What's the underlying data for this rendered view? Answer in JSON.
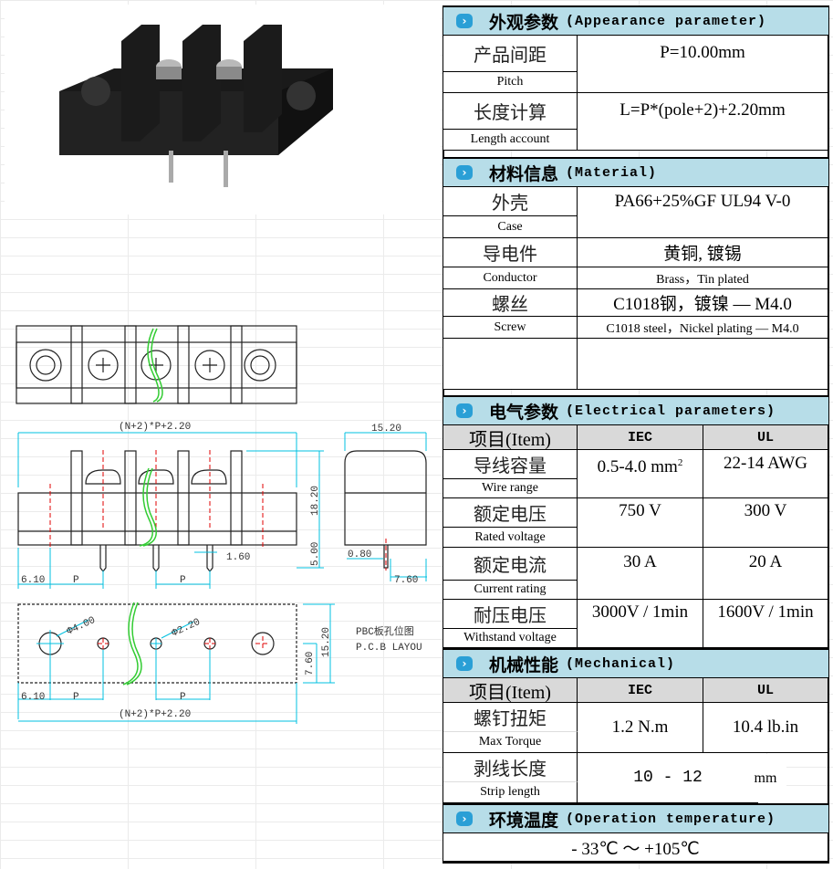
{
  "appearance": {
    "title_cn": "外观参数",
    "title_en": "(Appearance parameter)",
    "pitch_cn": "产品间距",
    "pitch_en": "Pitch",
    "pitch_val": "P=10.00mm",
    "length_cn": "长度计算",
    "length_en": "Length account",
    "length_val": "L=P*(pole+2)+2.20mm"
  },
  "material": {
    "title_cn": "材料信息",
    "title_en": "(Material)",
    "case_cn": "外壳",
    "case_en": "Case",
    "case_val": "PA66+25%GF UL94 V-0",
    "cond_cn": "导电件",
    "cond_en": "Conductor",
    "cond_val_cn": "黄铜, 镀锡",
    "cond_val_en": "Brass，Tin plated",
    "screw_cn": "螺丝",
    "screw_en": "Screw",
    "screw_val_cn": "C1018钢，镀镍 — M4.0",
    "screw_val_en": "C1018 steel，Nickel plating — M4.0"
  },
  "electrical": {
    "title_cn": "电气参数",
    "title_en": "(Electrical parameters)",
    "item": "项目(Item)",
    "iec": "IEC",
    "ul": "UL",
    "rows": [
      {
        "cn": "导线容量",
        "en": "Wire range",
        "iec": "0.5-4.0 mm",
        "iec_sup": "2",
        "ul": "22-14  AWG"
      },
      {
        "cn": "额定电压",
        "en": "Rated voltage",
        "iec": "750 V",
        "ul": "300 V"
      },
      {
        "cn": "额定电流",
        "en": "Current rating",
        "iec": "30  A",
        "ul": "20  A"
      },
      {
        "cn": "耐压电压",
        "en": "Withstand voltage",
        "iec": "3000V / 1min",
        "ul": "1600V / 1min"
      }
    ]
  },
  "mechanical": {
    "title_cn": "机械性能",
    "title_en": "(Mechanical)",
    "item": "项目(Item)",
    "iec": "IEC",
    "ul": "UL",
    "torque_cn": "螺钉扭矩",
    "torque_en": "Max Torque",
    "torque_iec": "1.2  N.m",
    "torque_ul": "10.4 lb.in",
    "strip_cn": "剥线长度",
    "strip_en": "Strip length",
    "strip_val": "10  -  12",
    "strip_unit": "mm"
  },
  "temperature": {
    "title_cn": "环境温度",
    "title_en": "(Operation temperature)",
    "value": "- 33℃  ～  +105℃"
  },
  "drawing": {
    "total_len": "(N+2)*P+2.20",
    "width": "15.20",
    "height": "18.20",
    "pin_len": "5.00",
    "pin_w": "1.60",
    "side_pin": "0.80",
    "side_off": "7.60",
    "edge": "6.10",
    "p": "P",
    "hole_big": "Φ4.00",
    "hole_small": "Φ2.20",
    "pcb_h": "15.20",
    "pcb_half": "7.60",
    "pcb_cn": "PBC板孔位图",
    "pcb_en": "P.C.B LAYOU"
  },
  "colors": {
    "header": "#b7dde8",
    "dim": "#00c0e0",
    "center": "#e00000",
    "break": "#33cc33"
  }
}
